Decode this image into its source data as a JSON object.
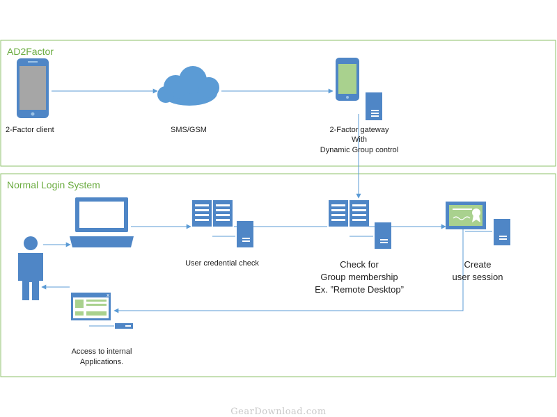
{
  "colors": {
    "section_border": "#8cc06a",
    "section_title": "#6aab3f",
    "icon_blue": "#4f86c6",
    "icon_dark": "#3a6ea8",
    "cloud": "#5b9bd5",
    "screen_gray": "#a6a6a6",
    "screen_green": "#a9d18e",
    "line": "#5b9bd5",
    "watermark": "#c9c9c9"
  },
  "sections": {
    "ad2factor": {
      "title": "AD2Factor"
    },
    "normal_login": {
      "title": "Normal Login System"
    }
  },
  "nodes": {
    "client": {
      "label": "2-Factor client",
      "icon": "smartphone-icon"
    },
    "sms": {
      "label": "SMS/GSM",
      "icon": "cloud-icon"
    },
    "gateway": {
      "label": [
        "2-Factor gateway",
        "With",
        "Dynamic Group control"
      ],
      "icon": "smartphone-server-icon"
    },
    "credential": {
      "label": "User credential check",
      "icon": "directory-server-icon"
    },
    "group": {
      "label": [
        "Check for",
        "Group membership",
        "Ex. ”Remote Desktop”"
      ],
      "icon": "directory-server-icon"
    },
    "session": {
      "label": [
        "Create",
        "user session"
      ],
      "icon": "certificate-server-icon"
    },
    "access": {
      "label": [
        "Access to internal",
        "Applications."
      ],
      "icon": "application-window-icon"
    },
    "user": {
      "icon": "person-icon"
    },
    "laptop": {
      "icon": "laptop-icon"
    }
  },
  "watermark": "GearDownload.com"
}
